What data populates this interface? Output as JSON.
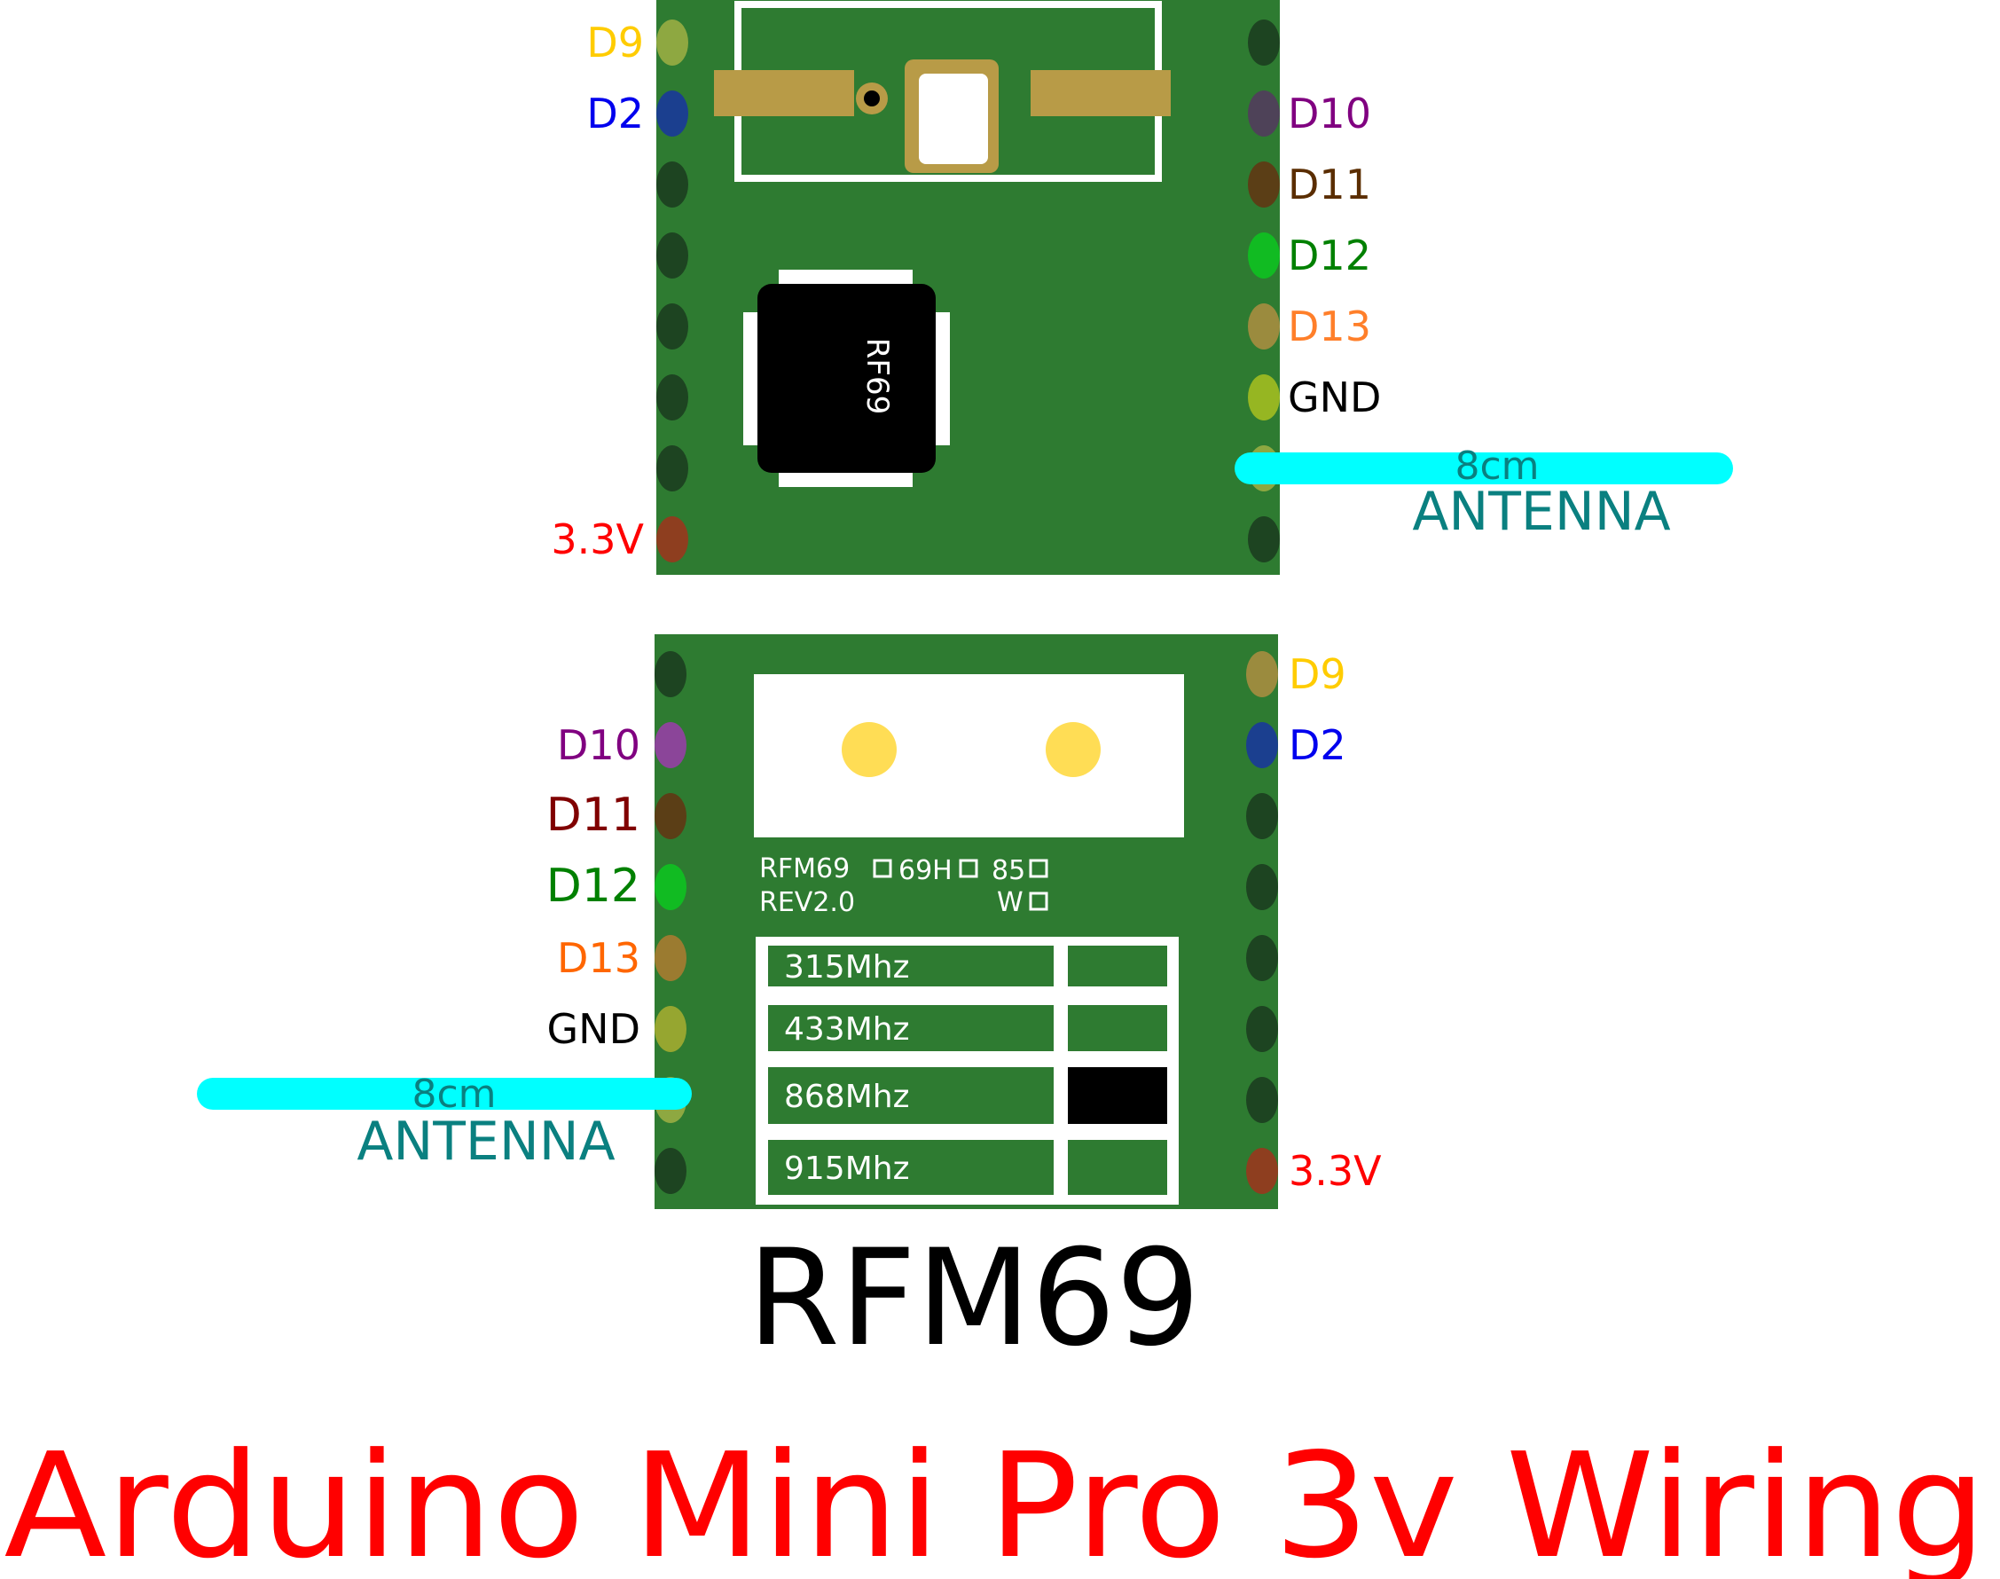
{
  "colors": {
    "pcb": "#2e7b31",
    "pad_dark": "#1d4421",
    "antenna": "#00ffff",
    "antenna_text": "#0a8080",
    "chip": "#000000",
    "gold": "#b89b47",
    "silk": "#ffffff"
  },
  "top_board": {
    "chip_label": "RF69",
    "left_pins": [
      {
        "label": "D9",
        "color": "#ffcc00",
        "pad": "#8ea841"
      },
      {
        "label": "D2",
        "color": "#0000ee",
        "pad": "#1b3f8f"
      },
      {
        "label": "",
        "color": "",
        "pad": "#1d4421"
      },
      {
        "label": "",
        "color": "",
        "pad": "#1d4421"
      },
      {
        "label": "",
        "color": "",
        "pad": "#1d4421"
      },
      {
        "label": "",
        "color": "",
        "pad": "#1d4421"
      },
      {
        "label": "",
        "color": "",
        "pad": "#1d4421"
      },
      {
        "label": "3.3V",
        "color": "#ff0000",
        "pad": "#8e3e1f"
      }
    ],
    "right_pins": [
      {
        "label": "",
        "color": "",
        "pad": "#1d4421"
      },
      {
        "label": "D10",
        "color": "#800080",
        "pad": "#4e4258"
      },
      {
        "label": "D11",
        "color": "#5a2d00",
        "pad": "#5b3e16"
      },
      {
        "label": "D12",
        "color": "#008000",
        "pad": "#11bb22"
      },
      {
        "label": "D13",
        "color": "#ff7f2a",
        "pad": "#9b8b3e"
      },
      {
        "label": "GND",
        "color": "#000000",
        "pad": "#96b622"
      },
      {
        "label": "",
        "color": "",
        "pad": "#8ea841"
      },
      {
        "label": "",
        "color": "",
        "pad": "#1d4421"
      }
    ],
    "antenna": {
      "length_label": "8cm",
      "name_label": "ANTENNA"
    }
  },
  "bottom_board": {
    "silk_line1": "RFM69",
    "silk_opt1": "69H",
    "silk_opt2": "85",
    "silk_line2": "REV2.0",
    "silk_opt3": "W",
    "frequencies": [
      "315Mhz",
      "433Mhz",
      "868Mhz",
      "915Mhz"
    ],
    "selected_frequency": "868Mhz",
    "left_pins": [
      {
        "label": "",
        "color": "",
        "pad": "#1d4421"
      },
      {
        "label": "D10",
        "color": "#800080",
        "pad": "#8b4599"
      },
      {
        "label": "D11",
        "color": "#800000",
        "pad": "#5b3e16"
      },
      {
        "label": "D12",
        "color": "#008000",
        "pad": "#11bb22"
      },
      {
        "label": "D13",
        "color": "#ff6600",
        "pad": "#9b7b30"
      },
      {
        "label": "GND",
        "color": "#000000",
        "pad": "#96a630"
      },
      {
        "label": "",
        "color": "",
        "pad": "#8ea841"
      },
      {
        "label": "",
        "color": "",
        "pad": "#1d4421"
      }
    ],
    "right_pins": [
      {
        "label": "D9",
        "color": "#ffcc00",
        "pad": "#9b8b3e"
      },
      {
        "label": "D2",
        "color": "#0000ee",
        "pad": "#1b3f8f"
      },
      {
        "label": "",
        "color": "",
        "pad": "#1d4421"
      },
      {
        "label": "",
        "color": "",
        "pad": "#1d4421"
      },
      {
        "label": "",
        "color": "",
        "pad": "#1d4421"
      },
      {
        "label": "",
        "color": "",
        "pad": "#1d4421"
      },
      {
        "label": "",
        "color": "",
        "pad": "#1d4421"
      },
      {
        "label": "3.3V",
        "color": "#ff0000",
        "pad": "#8e3e1f"
      }
    ],
    "antenna": {
      "length_label": "8cm",
      "name_label": "ANTENNA"
    }
  },
  "title": "RFM69",
  "subtitle": "Arduino Mini Pro 3v Wiring"
}
